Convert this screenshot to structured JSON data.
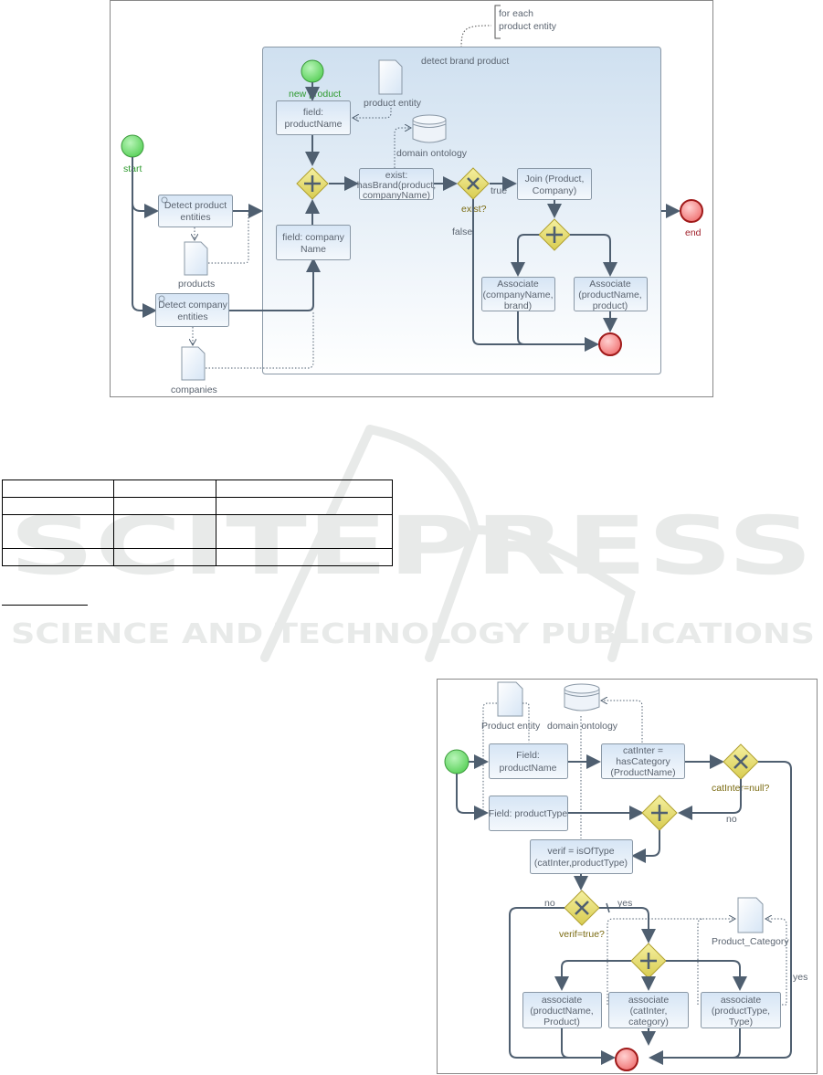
{
  "watermark": {
    "title": "SCITEPRESS",
    "subtitle": "SCIENCE AND TECHNOLOGY PUBLICATIONS"
  },
  "figure1": {
    "annotation": [
      "for each",
      "product entity"
    ],
    "subprocess_title": "detect brand product",
    "start_label": "start",
    "end_label": "end",
    "new_product_label": "new product",
    "tasks": {
      "detect_product": [
        "Detect product",
        "entities"
      ],
      "detect_company": [
        "Detect company",
        "entities"
      ],
      "field_product_name": [
        "field:",
        "productName"
      ],
      "field_company_name": [
        "field: company",
        "Name"
      ],
      "has_brand": [
        "exist:",
        "hasBrand(product,",
        "companyName)"
      ],
      "join": [
        "Join (Product,",
        "Company)"
      ],
      "assoc_company": [
        "Associate",
        "(companyName,",
        "brand)"
      ],
      "assoc_product": [
        "Associate",
        "(productName,",
        "product)"
      ]
    },
    "data_objects": {
      "products": "products",
      "companies": "companies",
      "product_entity": "product entity",
      "domain_ontology": "domain ontology"
    },
    "gateway_label": "exist?",
    "flow_true": "true",
    "flow_false": "false"
  },
  "table": {
    "rows": [
      [
        "",
        "",
        ""
      ],
      [
        "",
        "",
        ""
      ],
      [
        "",
        "",
        ""
      ],
      [
        "",
        "",
        ""
      ]
    ]
  },
  "figure2": {
    "data_objects": {
      "product_entity": "Product entity",
      "domain_ontology": "domain ontology",
      "product_category": "Product_Category"
    },
    "tasks": {
      "field_product_name": [
        "Field:",
        "productName"
      ],
      "field_product_type": [
        "Field: productType"
      ],
      "cat_inter": [
        "catInter =",
        "hasCategory",
        "(ProductName)"
      ],
      "verif": [
        "verif = isOfType",
        "(catInter,productType)"
      ],
      "assoc_product": [
        "associate",
        "(productName,",
        "Product)"
      ],
      "assoc_category": [
        "associate",
        "(catInter,",
        "category)"
      ],
      "assoc_type": [
        "associate",
        "(productType,",
        "Type)"
      ]
    },
    "gateway_null": "catInter=null?",
    "gateway_verif": "verif=true?",
    "flow_no_1": "no",
    "flow_no_2": "no",
    "flow_yes_1": "yes",
    "flow_yes_2": "yes"
  },
  "colors": {
    "start_event": "#7ee07e",
    "end_event": "#f08080",
    "gateway": "#e8e070",
    "task_fill_top": "#dbe8f6",
    "flow_line": "#4f5f70"
  }
}
